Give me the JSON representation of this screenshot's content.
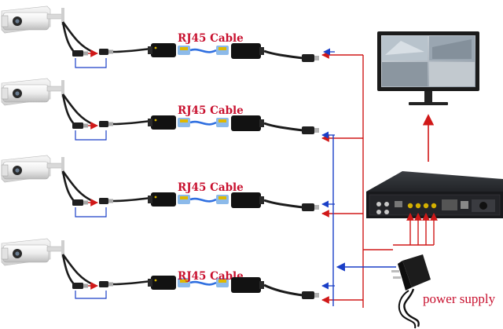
{
  "channels": [
    {
      "cable_label": "RJ45 Cable"
    },
    {
      "cable_label": "RJ45 Cable"
    },
    {
      "cable_label": "RJ45 Cable"
    },
    {
      "cable_label": "RJ45 Cable"
    }
  ],
  "power_supply_label": "power supply",
  "colors": {
    "video_line": "#d01818",
    "power_line": "#1a3fc7",
    "cable_label": "#c8102e",
    "network_cable": "#2f6fe0"
  },
  "icons": [
    "cctv-camera-icon",
    "balun-transmitter-icon",
    "rj45-plug-icon",
    "balun-receiver-icon",
    "dvr-recorder-icon",
    "monitor-icon",
    "power-adapter-icon"
  ]
}
